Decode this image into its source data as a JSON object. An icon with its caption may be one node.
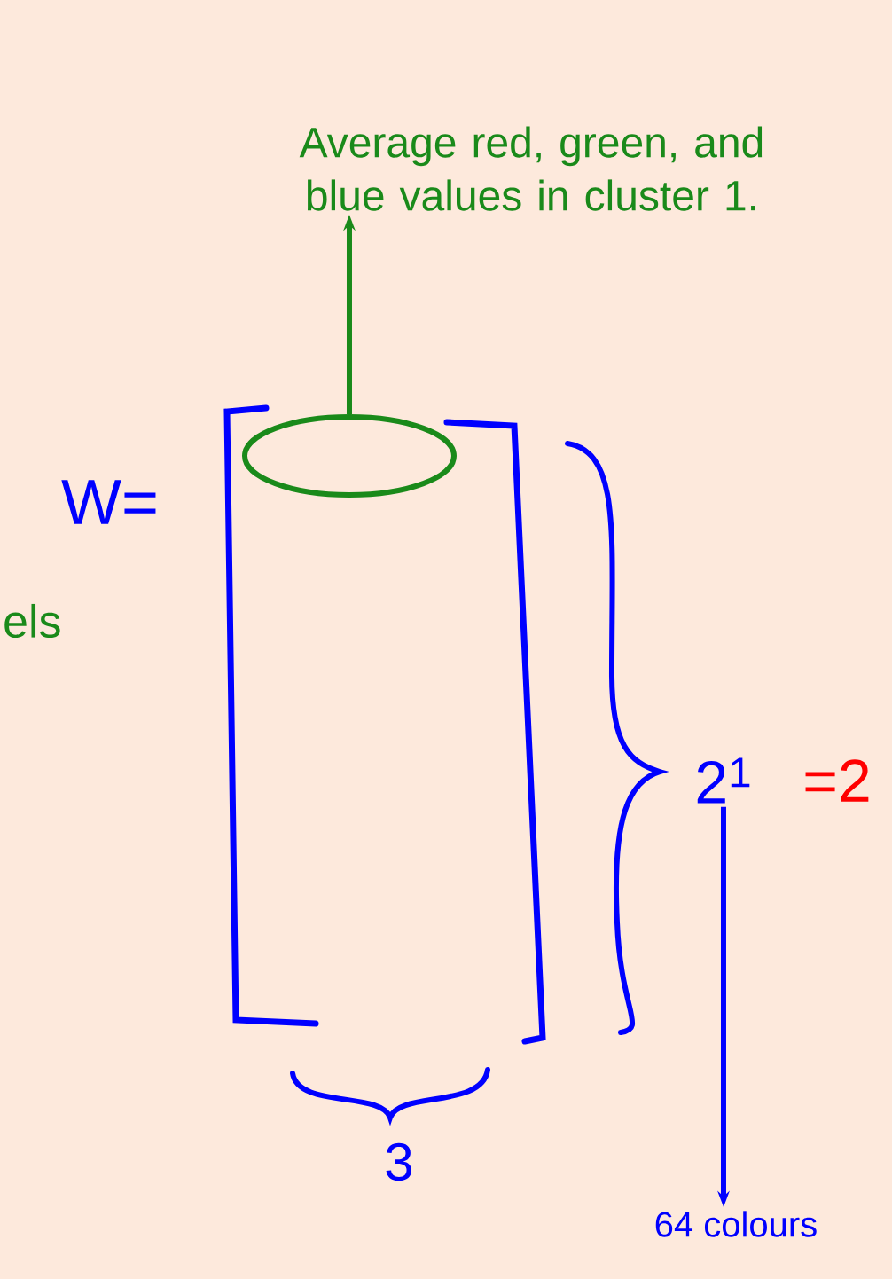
{
  "diagram": {
    "nodes": [
      {
        "text": [
          "Average red, green, and blue values in cluster 1."
        ]
      },
      {
        "text": [],
        "shape": "circle"
      },
      {
        "text": [
          "2$^{1}$"
        ]
      },
      {
        "text": [
          "64 colours"
        ]
      }
    ],
    "edges": [
      {
        "from": 1,
        "to": 0,
        "arrow": "to",
        "color": "#1a8a1a"
      },
      {
        "from": 2,
        "to": 3,
        "arrow": "to",
        "color": "#0000ff"
      }
    ],
    "labels": [
      "W=",
      "els",
      "=2",
      "3"
    ]
  }
}
